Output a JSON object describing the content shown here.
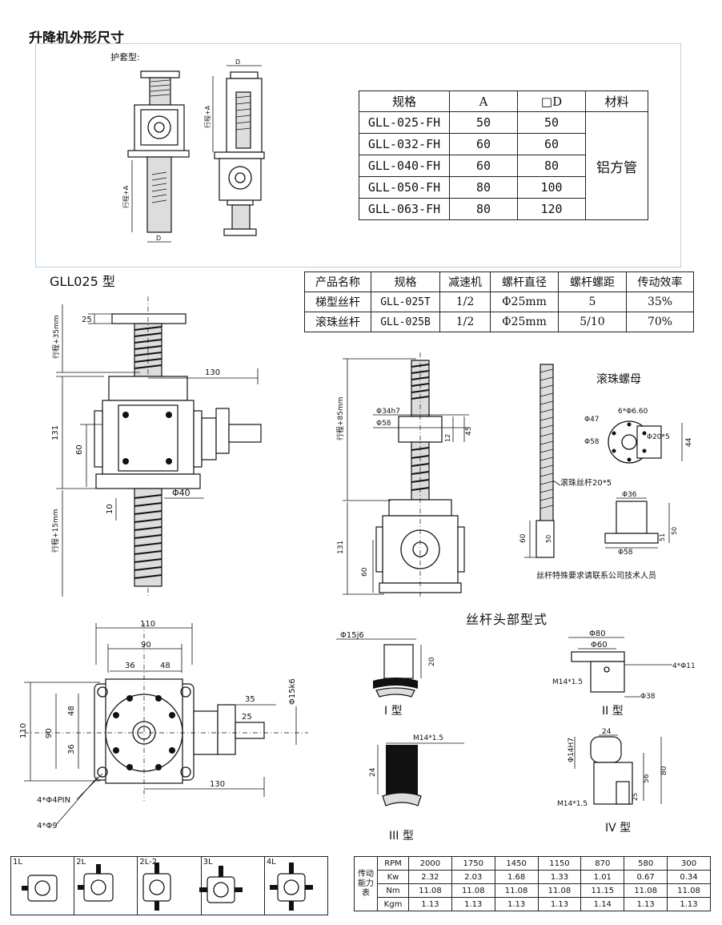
{
  "header": {
    "title": "升降机外形尺寸",
    "cover_type_label": "护套型:"
  },
  "spec_table": {
    "headers": [
      "规格",
      "A",
      "□D",
      "材料"
    ],
    "rows": [
      [
        "GLL-025-FH",
        "50",
        "50"
      ],
      [
        "GLL-032-FH",
        "60",
        "60"
      ],
      [
        "GLL-040-FH",
        "60",
        "80"
      ],
      [
        "GLL-050-FH",
        "80",
        "100"
      ],
      [
        "GLL-063-FH",
        "80",
        "120"
      ]
    ],
    "material": "铝方管"
  },
  "model_title": "GLL025 型",
  "product_table": {
    "headers": [
      "产品名称",
      "规格",
      "减速机",
      "螺杆直径",
      "螺杆螺距",
      "传动效率"
    ],
    "rows": [
      [
        "梯型丝杆",
        "GLL-025T",
        "1/2",
        "Φ25mm",
        "5",
        "35%"
      ],
      [
        "滚珠丝杆",
        "GLL-025B",
        "1/2",
        "Φ25mm",
        "5/10",
        "70%"
      ]
    ]
  },
  "drawing_labels": {
    "stroke_a": "行程+A",
    "d": "D",
    "stroke_35": "行程+35mm",
    "stroke_15": "行程+15mm",
    "stroke_85": "行程+85mm",
    "dim_25": "25",
    "dim_130": "130",
    "dim_131": "131",
    "dim_60": "60",
    "dim_10": "10",
    "phi40": "Φ40",
    "phi34h7": "Φ34h7",
    "phi58": "Φ58",
    "dim_12": "12",
    "dim_45": "45",
    "dim_50": "50",
    "ball_nut_title": "滚珠螺母",
    "ball_screw": "滚珠丝杆20*5",
    "phi47": "Φ47",
    "holes": "6*Φ6.60",
    "phi20": "Φ20*5",
    "dim_44": "44",
    "phi36": "Φ36",
    "dim_51": "51",
    "special_note": "丝杆特殊要求请联系公司技术人员",
    "dim_110": "110",
    "dim_90": "90",
    "dim_36": "36",
    "dim_48": "48",
    "dim_35": "35",
    "phi15k6": "Φ15k6",
    "pins": "4*Φ4PIN",
    "holes9": "4*Φ9",
    "screw_head_title": "丝杆头部型式",
    "phi15j6": "Φ15j6",
    "dim_20": "20",
    "type1": "I 型",
    "phi80": "Φ80",
    "phi60": "Φ60",
    "holes11": "4*Φ11",
    "m14": "M14*1.5",
    "phi38": "Φ38",
    "type2": "II 型",
    "dim_24": "24",
    "type3": "III 型",
    "phi14h7": "Φ14H7",
    "dim_56": "56",
    "dim_80": "80",
    "type4": "IV 型"
  },
  "mount_types": [
    "1L",
    "2L",
    "2L-2",
    "3L",
    "4L"
  ],
  "capacity_table": {
    "side_label": "传动能力表",
    "rows": [
      {
        "label": "RPM",
        "values": [
          "2000",
          "1750",
          "1450",
          "1150",
          "870",
          "580",
          "300"
        ]
      },
      {
        "label": "Kw",
        "values": [
          "2.32",
          "2.03",
          "1.68",
          "1.33",
          "1.01",
          "0.67",
          "0.34"
        ]
      },
      {
        "label": "Nm",
        "values": [
          "11.08",
          "11.08",
          "11.08",
          "11.08",
          "11.15",
          "11.08",
          "11.08"
        ]
      },
      {
        "label": "Kgm",
        "values": [
          "1.13",
          "1.13",
          "1.13",
          "1.13",
          "1.14",
          "1.13",
          "1.13"
        ]
      }
    ]
  }
}
